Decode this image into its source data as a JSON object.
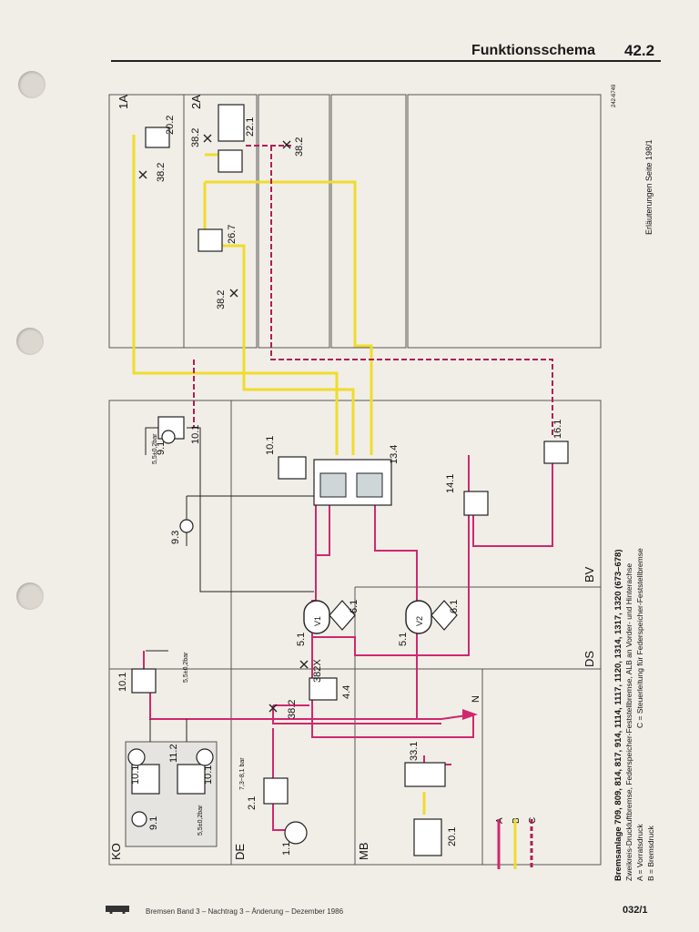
{
  "header": {
    "title": "Funktionsschema",
    "section": "42.2"
  },
  "footer": {
    "text": "Bremsen Band 3 – Nachtrag 3 – Änderung – Dezember 1986",
    "page": "032/1"
  },
  "side_note": {
    "ref_code": "242-6749",
    "explanation": "Erläuterungen Seite 198/1"
  },
  "caption": {
    "title": "Bremsanlage 709, 809, 814, 817, 914, 1114, 1117, 1120, 1314, 1317, 1320 (673–678)",
    "line1": "Zweikreis-Druckluftbremse, Federspeicher-Feststellbremse, ALB an Vorder- und Hinterachse",
    "legend_a": "A = Vorratsdruck",
    "legend_b": "B = Bremsdruck",
    "legend_c": "C = Steuerleitung für Federspeicher-Feststellbremse",
    "line_a": "A",
    "line_b": "B",
    "line_c": "C"
  },
  "regions": {
    "r1a": "1A",
    "r2a": "2A",
    "bv": "BV",
    "ds": "DS",
    "ko": "KO",
    "de": "DE",
    "mb": "MB"
  },
  "components": {
    "c20_2": "20.2",
    "c22_1": "22.1",
    "c26_7": "26.7",
    "c38_2a": "38.2",
    "c38_2b": "38.2",
    "c38_2c": "38.2",
    "c38_2d": "38.2",
    "c38_2e": "38.2",
    "c10_1a": "10.1",
    "c10_1b": "10.1",
    "c10_1c": "10.1",
    "c9_1a": "9.1",
    "c9_3": "9.3",
    "c13_4": "13.4",
    "c14_1": "14.1",
    "c16_1": "16.1",
    "c6_1a": "6.1",
    "c6_1b": "6.1",
    "c5_1a": "5.1",
    "c5_1b": "5.1",
    "c4_4": "4.4",
    "c382x": "382X",
    "c11_2": "11.2",
    "c10_1d": "10.1",
    "c10_1e": "10.1",
    "c9_1b": "9.1",
    "c2_1": "2.1",
    "c1_1": "1.1",
    "c33_1": "33.1",
    "c20_1": "20.1",
    "n_label": "N",
    "v1": "V1",
    "v2": "V2"
  },
  "pressure_labels": {
    "p1": "5,5±0,2bar",
    "p2": "5,5±0,2bar",
    "p3": "5,5±0,2bar",
    "p4": "7,3~8,1 bar"
  },
  "colors": {
    "supply": "#d0286e",
    "brake": "#f0dc2c",
    "control": "#b01f56",
    "frame": "#444444"
  }
}
